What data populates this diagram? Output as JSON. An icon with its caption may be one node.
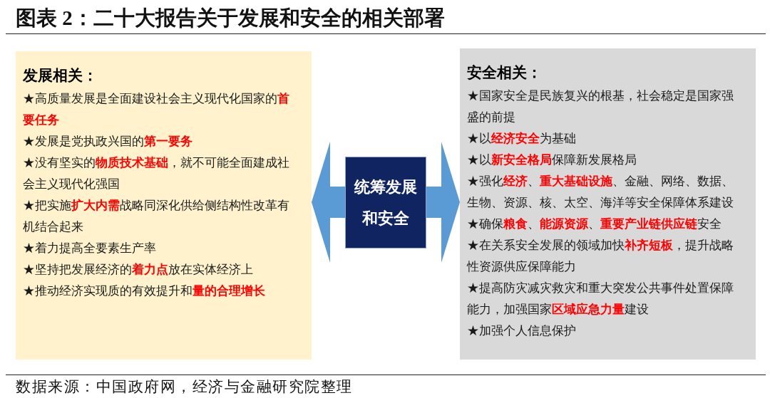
{
  "diagram": {
    "title": "图表 2：二十大报告关于发展和安全的相关部署",
    "nodes": [
      {
        "text": [
          "发展相关：",
          "★高质量发展是全面建设社会主义现代化国家的**首要任务**",
          "★发展是党执政兴国的**第一要务**",
          "★没有坚实的**物质技术基础**，就不可能全面建成社会主义现代化强国",
          "★把实施**扩大内需**战略同深化供给侧结构性改革有机结合起来",
          "★着力提高全要素生产率",
          "★坚持把发展经济的**着力点**放在实体经济上",
          "★推动经济实现质的有效提升和**量的合理增长**"
        ]
      },
      {
        "text": [
          "统筹发展和安全"
        ]
      },
      {
        "text": [
          "安全相关：",
          "★国家安全是民族复兴的根基，社会稳定是国家强盛的前提",
          "★以**经济安全**为基础",
          "★以**新安全格局**保障新发展格局",
          "★强化**经济**、**重大基础设施**、金融、网络、数据、生物、资源、核、太空、海洋等安全保障体系建设",
          "★确保**粮食**、**能源资源**、**重要产业链供应链**安全",
          "★在关系安全发展的领域加快**补齐短板**，提升战略性资源供应保障能力",
          "★提高防灾减灾救灾和重大突发公共事件处置保障能力，加强国家**区域应急力量**建设",
          "★加强个人信息保护"
        ]
      }
    ],
    "edges": [
      {
        "from": 1,
        "to": 0,
        "arrow": "to"
      },
      {
        "from": 1,
        "to": 2,
        "arrow": "to"
      }
    ],
    "caption": "数据来源：中国政府网，经济与金融研究院整理"
  }
}
